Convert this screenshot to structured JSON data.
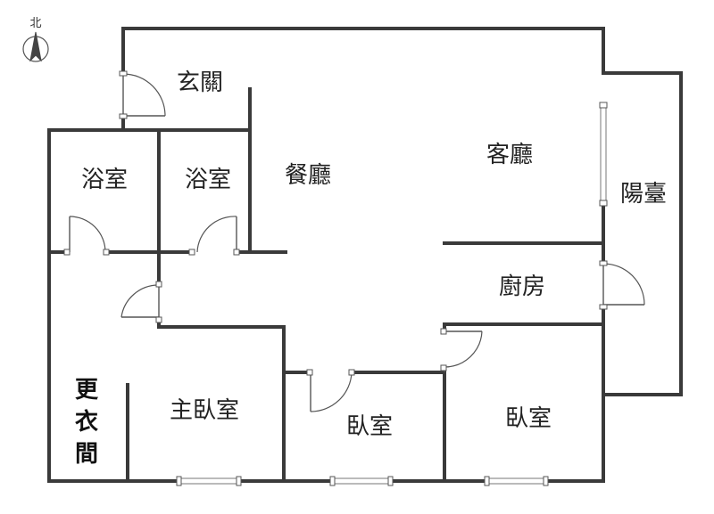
{
  "compass": {
    "label": "北"
  },
  "rooms": {
    "entry": "玄關",
    "bath_left": "浴室",
    "bath_right": "浴室",
    "dining": "餐廳",
    "living": "客廳",
    "balcony": "陽臺",
    "kitchen": "廚房",
    "closet_1": "更",
    "closet_2": "衣",
    "closet_3": "間",
    "master_bedroom": "主臥室",
    "bedroom_middle": "臥室",
    "bedroom_right": "臥室"
  }
}
